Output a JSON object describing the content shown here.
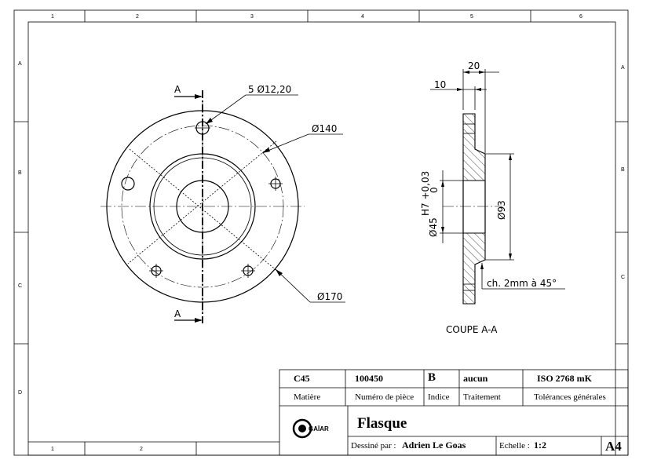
{
  "zones": {
    "columns_top": [
      "1",
      "2",
      "3",
      "4",
      "5",
      "6"
    ],
    "columns_bottom": [
      "1",
      "2"
    ],
    "rows_left": [
      "A",
      "B",
      "C",
      "D"
    ],
    "rows_right": [
      "A",
      "B",
      "C"
    ]
  },
  "front_view": {
    "section_letter_top": "A",
    "section_letter_bottom": "A",
    "dim_holes": "5 Ø12,20",
    "dim_d140": "Ø140",
    "dim_d170": "Ø170"
  },
  "section_view": {
    "dim_20": "20",
    "dim_10": "10",
    "dim_d45": "Ø45",
    "dim_tol": "H7 +0,03",
    "dim_tol_low": "0",
    "dim_d93": "Ø93",
    "chamfer": "ch. 2mm à 45°",
    "caption": "COUPE A-A"
  },
  "title_block": {
    "material_value": "C45",
    "material_label": "Matière",
    "part_number_value": "100450",
    "part_number_label": "Numéro de pièce",
    "index_value": "B",
    "index_label": "Indice",
    "treatment_value": "aucun",
    "treatment_label": "Traitement",
    "tolerance_value": "ISO 2768 mK",
    "tolerance_label": "Tolérances générales",
    "logo_text": "GAÏAR",
    "title": "Flasque",
    "drawn_by_label": "Dessiné par :",
    "drawn_by_value": "Adrien Le Goas",
    "scale_label": "Echelle :",
    "scale_value": "1:2",
    "format": "A4"
  }
}
